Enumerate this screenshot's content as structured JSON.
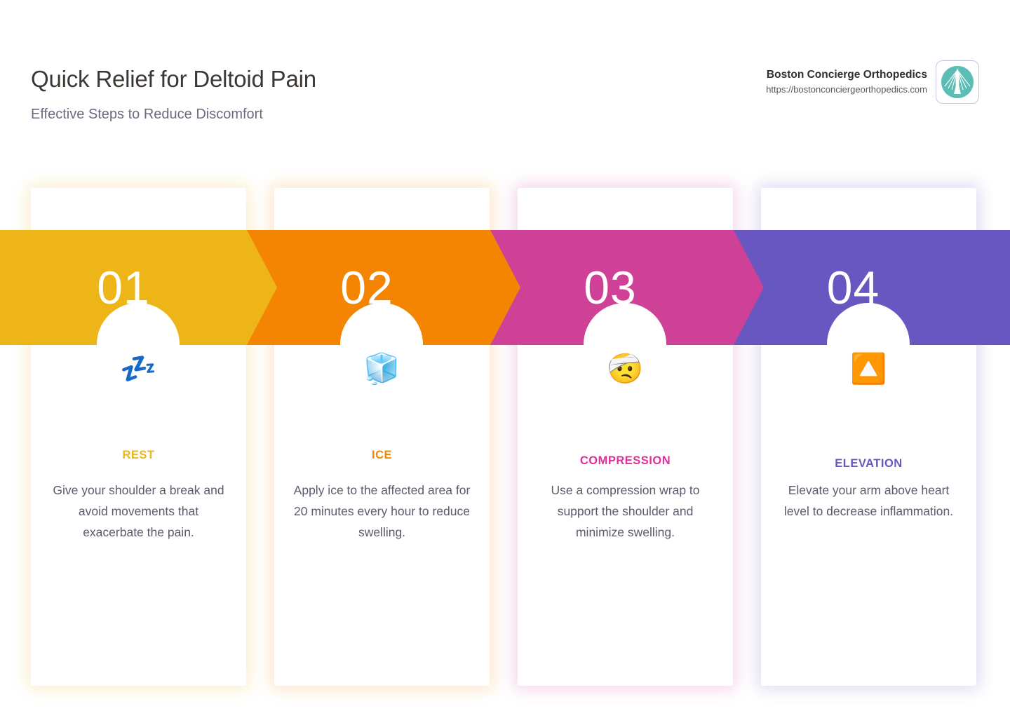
{
  "header": {
    "title": "Quick Relief for Deltoid Pain",
    "subtitle": "Effective Steps to Reduce Discomfort"
  },
  "brand": {
    "name": "Boston Concierge Orthopedics",
    "url": "https://bostonconciergeorthopedics.com",
    "logo_icon": "bridge-logo-icon",
    "logo_color": "#5CBCB6"
  },
  "steps": [
    {
      "number": "01",
      "label": "REST",
      "description": "Give your shoulder a break and avoid movements that exacerbate the pain.",
      "icon": "zzz-sleep-icon",
      "icon_glyph": "💤",
      "color": "#edb518"
    },
    {
      "number": "02",
      "label": "ICE",
      "description": "Apply ice to the affected area for 20 minutes every hour to reduce swelling.",
      "icon": "ice-cube-icon",
      "icon_glyph": "🧊",
      "color": "#f48502"
    },
    {
      "number": "03",
      "label": "COMPRESSION",
      "description": "Use a compression wrap to support the shoulder and minimize swelling.",
      "icon": "head-bandage-face-icon",
      "icon_glyph": "🤕",
      "color": "#ce4196"
    },
    {
      "number": "04",
      "label": "ELEVATION",
      "description": "Elevate your arm above heart level to decrease inflammation.",
      "icon": "up-arrow-button-icon",
      "icon_glyph": "🔼",
      "color": "#6857c0"
    }
  ]
}
